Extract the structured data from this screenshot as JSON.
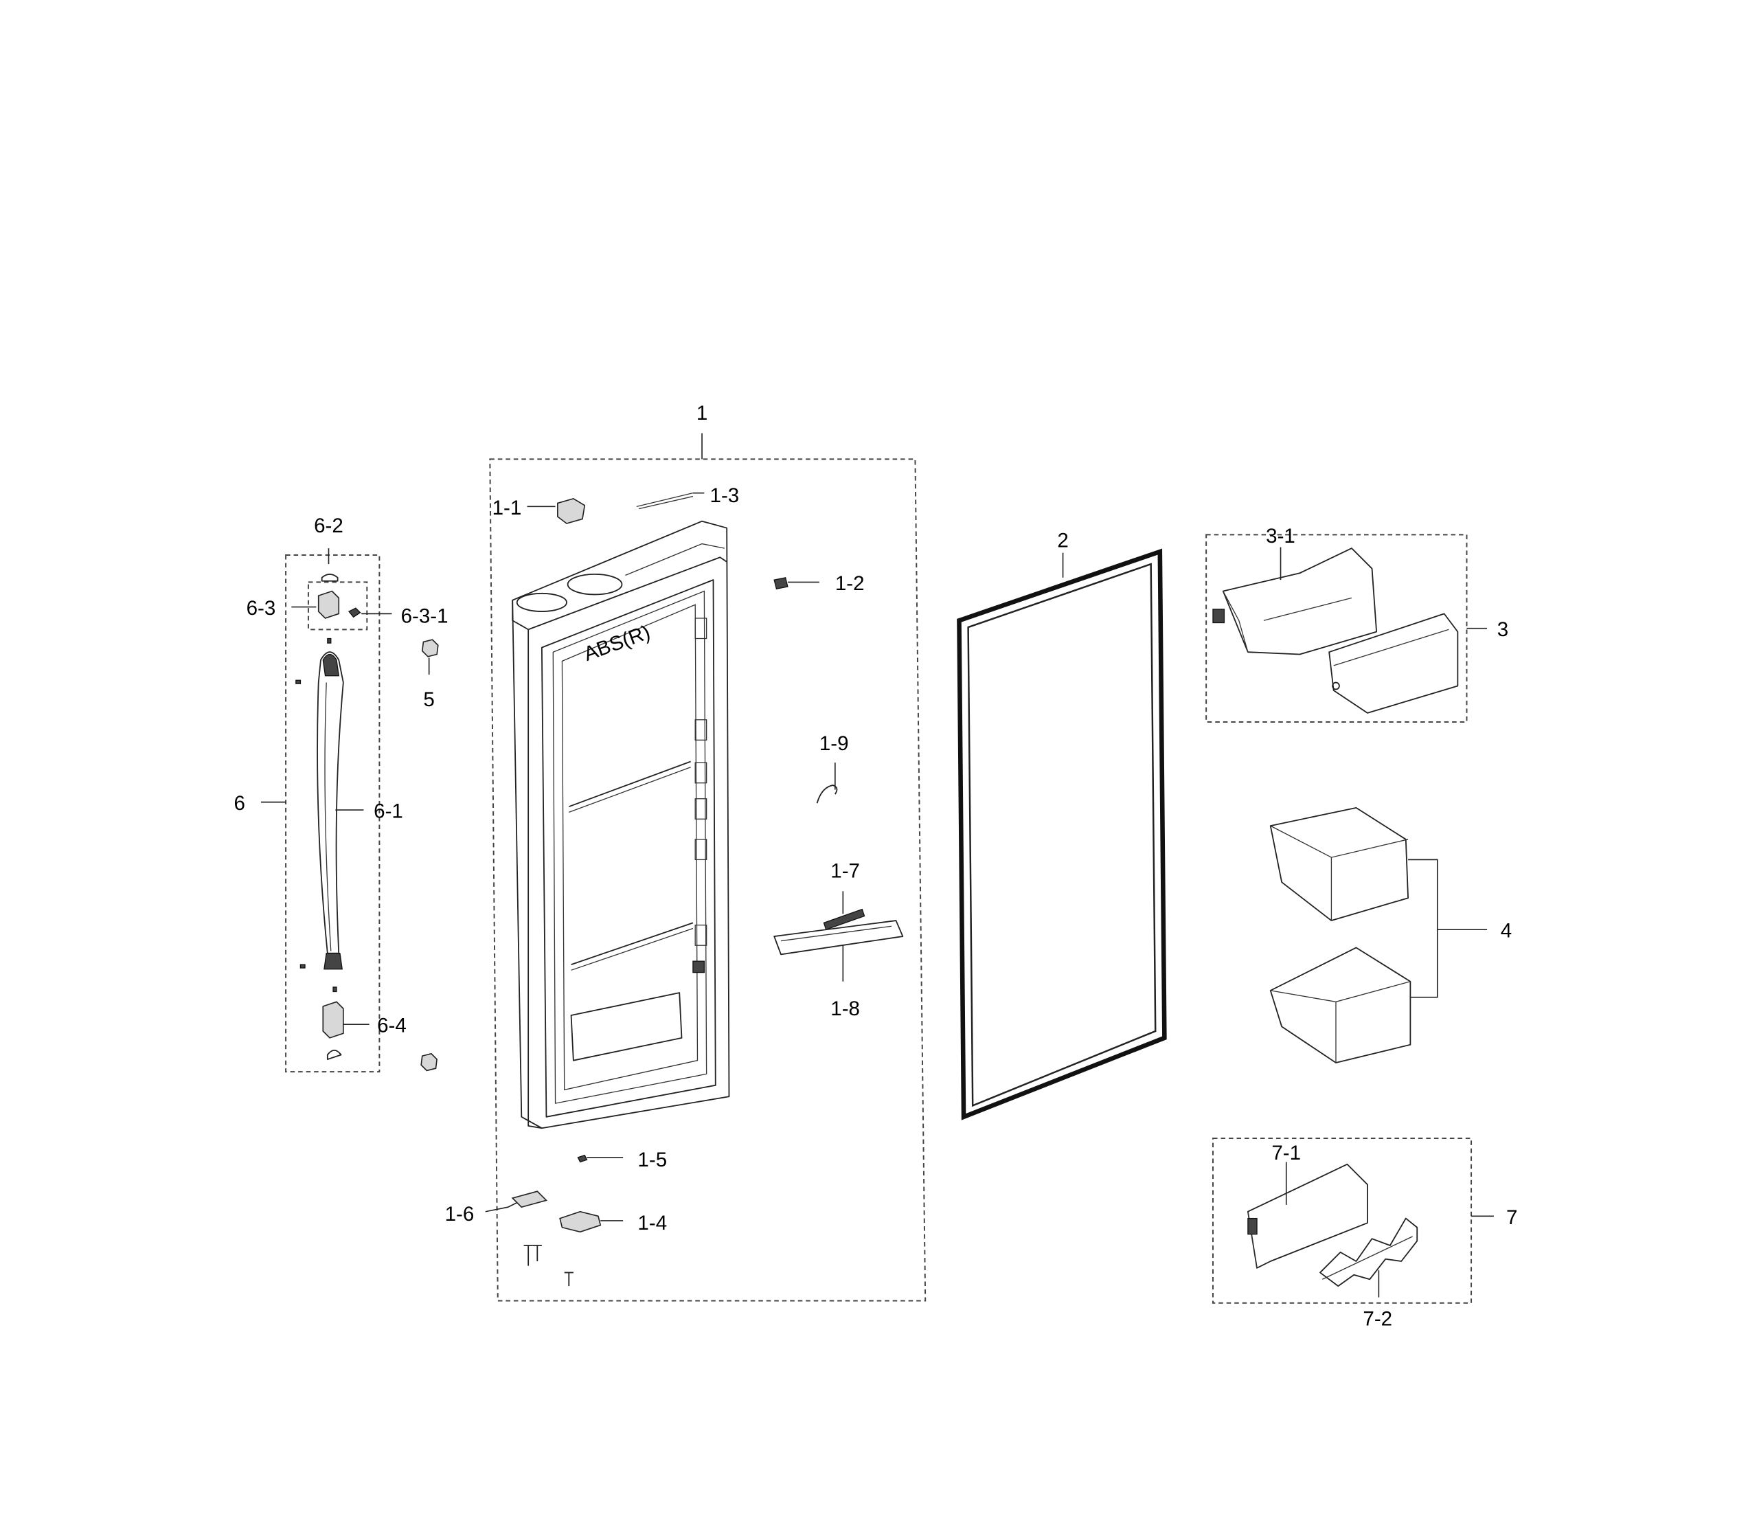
{
  "labels": {
    "l1": "1",
    "l1_1": "1-1",
    "l1_2": "1-2",
    "l1_3": "1-3",
    "l1_4": "1-4",
    "l1_5": "1-5",
    "l1_6": "1-6",
    "l1_7": "1-7",
    "l1_8": "1-8",
    "l1_9": "1-9",
    "l2": "2",
    "l3": "3",
    "l3_1": "3-1",
    "l4": "4",
    "l5": "5",
    "l6": "6",
    "l6_1": "6-1",
    "l6_2": "6-2",
    "l6_3": "6-3",
    "l6_3_1": "6-3-1",
    "l6_4": "6-4",
    "l7": "7",
    "l7_1": "7-1",
    "l7_2": "7-2"
  },
  "printed_mark": "ABS(R)",
  "colors": {
    "line": "#222222",
    "background": "#ffffff"
  }
}
